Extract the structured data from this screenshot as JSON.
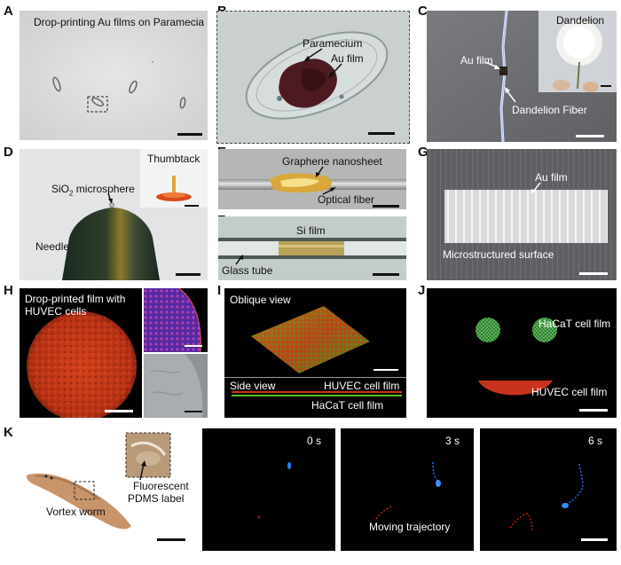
{
  "panels": {
    "A": {
      "label": "A",
      "title": "Drop-printing Au films on Paramecia"
    },
    "B": {
      "label": "B",
      "paramecium": "Paramecium",
      "au_film": "Au film"
    },
    "C": {
      "label": "C",
      "au_film": "Au film",
      "dandelion": "Dandelion",
      "fiber": "Dandelion Fiber"
    },
    "D": {
      "label": "D",
      "thumbtack": "Thumbtack",
      "microsphere": "SiO",
      "microsphere_sub": "2",
      "microsphere_rest": " microsphere",
      "needle": "Needle"
    },
    "E": {
      "label": "E",
      "graphene": "Graphene nanosheet",
      "optical": "Optical fiber"
    },
    "F": {
      "label": "F",
      "si_film": "Si film",
      "glass": "Glass tube"
    },
    "G": {
      "label": "G",
      "au_film": "Au film",
      "surface": "Microstructured surface"
    },
    "H": {
      "label": "H",
      "line1": "Drop-printed film with",
      "line2": "HUVEC cells"
    },
    "I": {
      "label": "I",
      "oblique": "Oblique view",
      "side": "Side view",
      "huvec": "HUVEC cell film",
      "hacat": "HaCaT cell film"
    },
    "J": {
      "label": "J",
      "hacat": "HaCaT cell film",
      "huvec": "HUVEC cell film"
    },
    "K": {
      "label": "K",
      "worm": "Vortex worm",
      "label_line1": "Fluorescent",
      "label_line2": "PDMS label",
      "t0": "0 s",
      "t3": "3 s",
      "t6": "6 s",
      "trajectory": "Moving trajectory"
    }
  }
}
